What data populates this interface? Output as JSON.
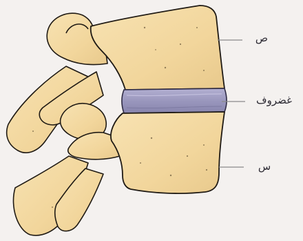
{
  "diagram": {
    "labels": {
      "upper_vertebra": "ص",
      "disc": "غضروف",
      "lower_vertebra": "س"
    },
    "colors": {
      "background": "#f4f1ef",
      "bone_fill": "#f5dca6",
      "bone_outline": "#1f1a14",
      "disc_fill": "#9e9bc0",
      "disc_outline": "#2e2a44",
      "leader_line": "#8a8a8a"
    }
  }
}
